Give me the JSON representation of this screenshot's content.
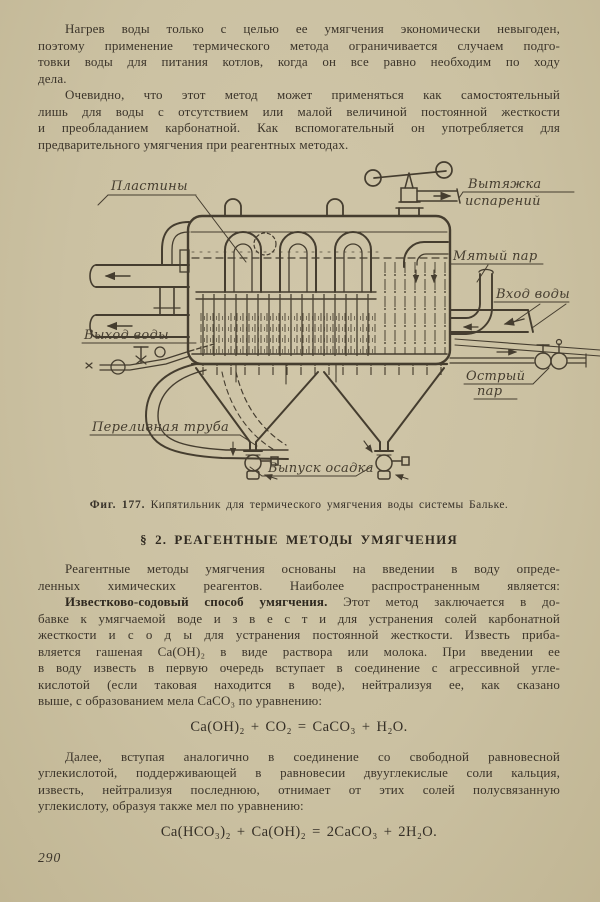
{
  "page": {
    "number": "290",
    "paper_color": "#cbc1a2",
    "ink_color": "#3b342a"
  },
  "content": {
    "para1": {
      "lines": [
        "Нагрев воды только с целью ее умягчения экономически невыгоден,",
        "поэтому применение термического метода ограничивается случаем подго-",
        "товки воды для питания котлов, когда он все равно необходим по ходу",
        "дела."
      ]
    },
    "para2": {
      "lines": [
        "Очевидно, что этот метод может применяться как самостоятельный",
        "лишь для воды с отсутствием или малой величиной постоянной жесткости",
        "и преобладанием карбонатной. Как вспомогательный он употребляется для",
        "предварительного умягчения при реагентных методах."
      ]
    },
    "para3": {
      "lines": [
        "Реагентные методы умягчения основаны на введении в воду опреде-",
        "ленных химических реагентов. Наиболее распространенным является:"
      ]
    },
    "para4": {
      "lines": [
        "**Известково-содовый способ умягчения.** Этот метод заключается в до-",
        "бавке к умягчаемой воде и з в е с т и для устранения солей карбонатной",
        "жесткости и с о д ы для устранения постоянной жесткости. Известь приба-",
        "вляется гашеная Ca(OH)₂ в виде раствора или молока. При введении ее",
        "в воду известь в первую очередь вступает в соединение с агрессивной угле-",
        "кислотой (если таковая находится в воде), нейтрализуя ее, как сказано",
        "выше, с образованием мела CaCO₃ по уравнению:"
      ]
    },
    "equation1": "Ca(OH)₂ + CO₂ = CaCO₃ + H₂O.",
    "para5": {
      "lines": [
        "Далее, вступая аналогично в соединение со свободной равновесной",
        "углекислотой, поддерживающей в равновесии двууглекислые соли кальция,",
        "известь, нейтрализуя последнюю, отнимает от этих солей полусвязанную",
        "углекислоту, образуя также мел по уравнению:"
      ]
    },
    "equation2": "Ca(HCO₃)₂ + Ca(OH)₂ = 2CaCO₃ + 2H₂O."
  },
  "section": {
    "heading": "§ 2. РЕАГЕНТНЫЕ МЕТОДЫ УМЯГЧЕНИЯ"
  },
  "figure": {
    "caption_bold": "Фиг. 177.",
    "caption_rest": "Кипятильник для термического умягчения воды системы Бальке.",
    "labels": {
      "plates": "Пластины",
      "vapor_line1": "Вытяжка",
      "vapor_line2": "испарений",
      "exhaust_steam": "Мятый пар",
      "water_inlet": "Вход воды",
      "water_outlet": "Выход воды",
      "live_steam_line1": "Острый",
      "live_steam_line2": "пар",
      "overflow_pipe": "Переливная труба",
      "sludge_discharge": "Выпуск осадка"
    }
  }
}
